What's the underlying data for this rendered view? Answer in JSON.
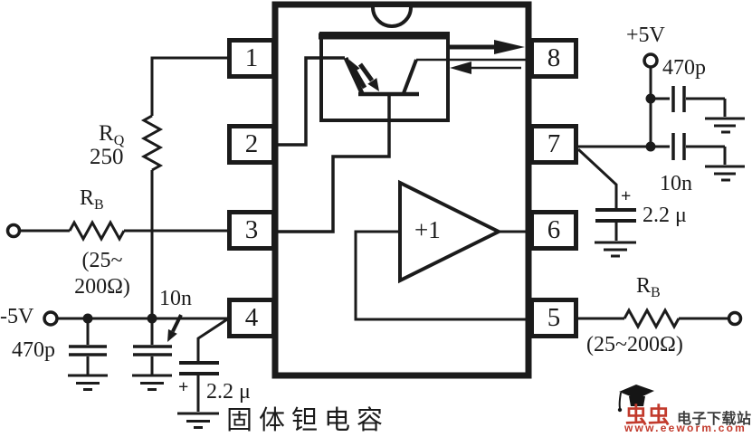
{
  "schematic": {
    "ic": {
      "pins": [
        {
          "number": "1"
        },
        {
          "number": "2"
        },
        {
          "number": "3"
        },
        {
          "number": "4"
        },
        {
          "number": "5"
        },
        {
          "number": "6"
        },
        {
          "number": "7"
        },
        {
          "number": "8"
        }
      ],
      "buffer_gain_label": "+1"
    },
    "left_side": {
      "rq_name": "R",
      "rq_sub": "Q",
      "rq_value": "250",
      "rb_name": "R",
      "rb_sub": "B",
      "rb_range": "(25~\n200Ω)",
      "supply_label": "-5V",
      "cap_470p": "470p",
      "cap_10n": "10n",
      "cap_22u": "2.2 μ",
      "polarity_plus": "+",
      "cap_type_note": "固体钽电容"
    },
    "right_side": {
      "supply_label": "+5V",
      "cap_470p": "470p",
      "cap_10n": "10n",
      "cap_22u": "2.2 μ",
      "polarity_plus": "+",
      "rb_name": "R",
      "rb_sub": "B",
      "rb_range": "(25~200Ω)"
    },
    "watermark": {
      "brand": "虫虫",
      "site_name": "电子下载站",
      "url": "www.eeworm.com",
      "brand_color": "#c23a2c",
      "text_color": "#3c3c3c"
    },
    "colors": {
      "ink": "#1b1b1b",
      "background": "#ffffff"
    }
  }
}
